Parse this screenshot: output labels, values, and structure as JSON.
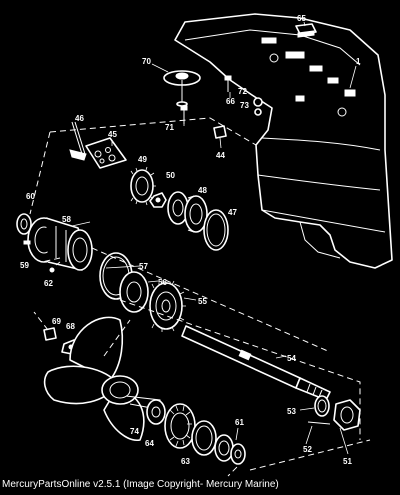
{
  "caption": "MercuryPartsOnline v2.5.1 (Image Copyright- Mercury Marine)",
  "callouts": {
    "c1": "1",
    "c65": "65",
    "c70": "70",
    "c66": "66",
    "c71": "71",
    "c72": "72",
    "c73": "73",
    "c44": "44",
    "c46": "46",
    "c45": "45",
    "c49": "49",
    "c50": "50",
    "c48": "48",
    "c47": "47",
    "c60": "60",
    "c58": "58",
    "c59": "59",
    "c62": "62",
    "c57": "57",
    "c56": "56",
    "c55": "55",
    "c69": "69",
    "c68": "68",
    "c54": "54",
    "c53": "53",
    "c74": "74",
    "c64": "64",
    "c63": "63",
    "c61": "61",
    "c52": "52",
    "c51": "51"
  }
}
